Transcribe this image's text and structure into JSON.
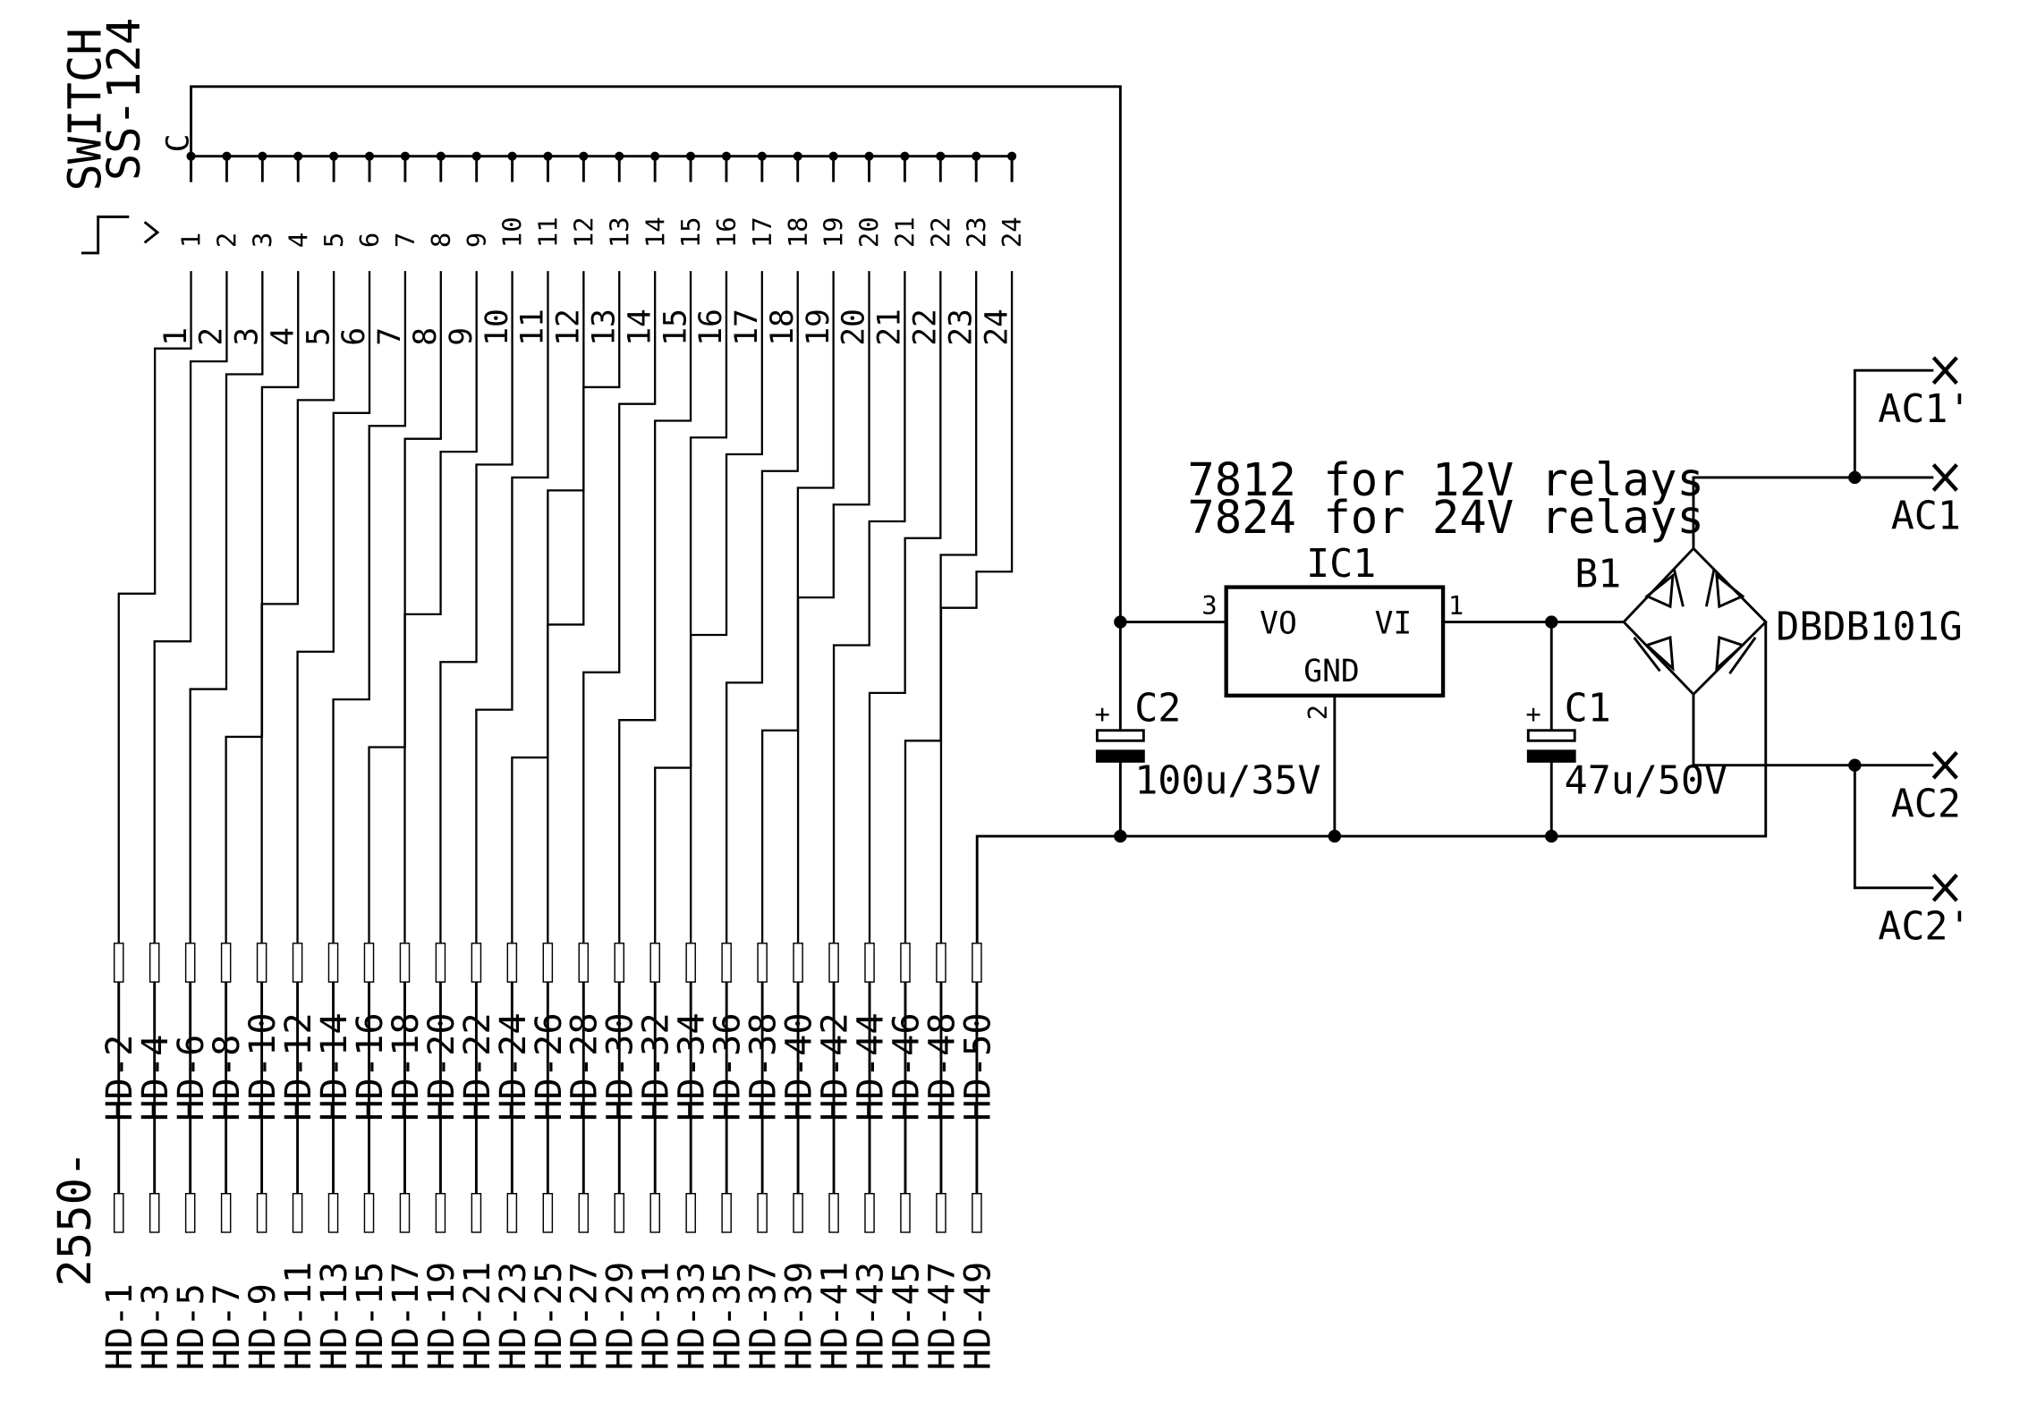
{
  "switch": {
    "name": "SWITCH",
    "part": "SS-124",
    "common_label": "C",
    "pos_numbers": [
      "1",
      "2",
      "3",
      "4",
      "5",
      "6",
      "7",
      "8",
      "9",
      "10",
      "11",
      "12",
      "13",
      "14",
      "15",
      "16",
      "17",
      "18",
      "19",
      "20",
      "21",
      "22",
      "23",
      "24"
    ],
    "wire_numbers": [
      "1",
      "2",
      "3",
      "4",
      "5",
      "6",
      "7",
      "8",
      "9",
      "10",
      "11",
      "12",
      "13",
      "14",
      "15",
      "16",
      "17",
      "18",
      "19",
      "20",
      "21",
      "22",
      "23",
      "24"
    ]
  },
  "connector": {
    "part_prefix": "2550-",
    "top_pins": [
      "HD-2",
      "HD-4",
      "HD-6",
      "HD-8",
      "HD-10",
      "HD-12",
      "HD-14",
      "HD-16",
      "HD-18",
      "HD-20",
      "HD-22",
      "HD-24",
      "HD-26",
      "HD-28",
      "HD-30",
      "HD-32",
      "HD-34",
      "HD-36",
      "HD-38",
      "HD-40",
      "HD-42",
      "HD-44",
      "HD-46",
      "HD-48",
      "HD-50"
    ],
    "bottom_pins": [
      "HD-1",
      "HD-3",
      "HD-5",
      "HD-7",
      "HD-9",
      "HD-11",
      "HD-13",
      "HD-15",
      "HD-17",
      "HD-19",
      "HD-21",
      "HD-23",
      "HD-25",
      "HD-27",
      "HD-29",
      "HD-31",
      "HD-33",
      "HD-35",
      "HD-37",
      "HD-39",
      "HD-41",
      "HD-43",
      "HD-45",
      "HD-47",
      "HD-49"
    ]
  },
  "note": {
    "line1": "7812 for 12V relays",
    "line2": "7824 for 24V relays"
  },
  "ic1": {
    "name": "IC1",
    "vo": "VO",
    "vi": "VI",
    "gnd": "GND",
    "pin_out": "3",
    "pin_in": "1",
    "pin_gnd": "2"
  },
  "c2": {
    "name": "C2",
    "value": "100u/35V",
    "plus": "+"
  },
  "c1": {
    "name": "C1",
    "value": "47u/50V",
    "plus": "+"
  },
  "bridge": {
    "name": "B1",
    "part": "DBDB101G"
  },
  "terminals": {
    "ac1p": "AC1'",
    "ac1": "AC1",
    "ac2": "AC2",
    "ac2p": "AC2'"
  }
}
